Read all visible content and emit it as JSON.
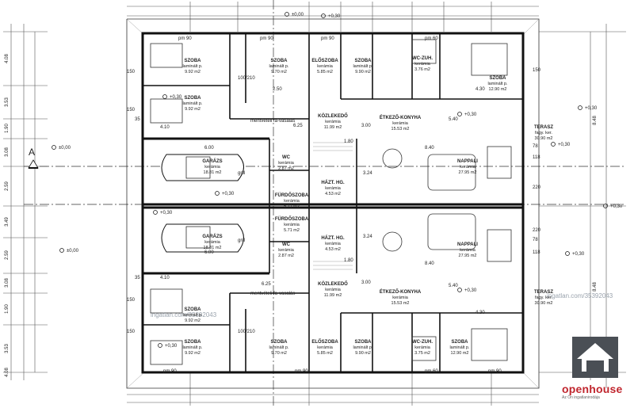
{
  "watermark": "ingatlan.com/35392043",
  "brand": {
    "name": "openhouse",
    "sub": "Az Ön ingatlanirodája",
    "color": "#c0262e",
    "box_color": "#4a4f55"
  },
  "section_marker": "A",
  "spot_levels": [
    "±0,00",
    "+0,30",
    "+0,30",
    "+0,30",
    "+0,30",
    "+0,30",
    "+0,30",
    "+0,30",
    "±0,00",
    "±0,00",
    "+0,30",
    "+0,30",
    "+0,30",
    "+0,30"
  ],
  "rooms": [
    {
      "name": "SZOBA",
      "material": "laminált p.",
      "area": "9.92 m2"
    },
    {
      "name": "SZOBA",
      "material": "laminált p.",
      "area": "9.70 m2"
    },
    {
      "name": "ELŐSZOBA",
      "material": "kerámia",
      "area": "5.85 m2"
    },
    {
      "name": "SZOBA",
      "material": "laminált p.",
      "area": "9.90 m2"
    },
    {
      "name": "WC-ZUH.",
      "material": "kerámia",
      "area": "3.76 m2"
    },
    {
      "name": "SZOBA",
      "material": "laminált p.",
      "area": "12.90 m2"
    },
    {
      "name": "SZOBA",
      "material": "laminált p.",
      "area": "9.92 m2"
    },
    {
      "name": "KÖZLEKEDŐ",
      "material": "kerámia",
      "area": "11.99 m2"
    },
    {
      "name": "ÉTKEZŐ-KONYHA",
      "material": "kerámia",
      "area": "15.53 m2"
    },
    {
      "name": "TERASZ",
      "material": "fagy. ker.",
      "area": "30.90 m2"
    },
    {
      "name": "GARÁZS",
      "material": "kerámia",
      "area": "18.81 m2"
    },
    {
      "name": "HÁZT. HG.",
      "material": "kerámia",
      "area": "4.53 m2"
    },
    {
      "name": "NAPPALI",
      "material": "kerámia",
      "area": "27.95 m2"
    },
    {
      "name": "FÜRDŐSZOBA",
      "material": "kerámia",
      "area": "5.71 m2"
    },
    {
      "name": "WC",
      "material": "kerámia",
      "area": "2.87 m2"
    },
    {
      "name": "FÜRDŐSZOBA",
      "material": "kerámia",
      "area": "5.71 m2"
    },
    {
      "name": "WC",
      "material": "kerámia",
      "area": "2.87 m2"
    },
    {
      "name": "GARÁZS",
      "material": "kerámia",
      "area": "18.81 m2"
    },
    {
      "name": "HÁZT. HG.",
      "material": "kerámia",
      "area": "4.53 m2"
    },
    {
      "name": "NAPPALI",
      "material": "kerámia",
      "area": "27.95 m2"
    },
    {
      "name": "KÖZLEKEDŐ",
      "material": "kerámia",
      "area": "11.99 m2"
    },
    {
      "name": "ÉTKEZŐ-KONYHA",
      "material": "kerámia",
      "area": "15.53 m2"
    },
    {
      "name": "TERASZ",
      "material": "fagy. ker.",
      "area": "30.90 m2"
    },
    {
      "name": "SZOBA",
      "material": "laminált p.",
      "area": "9.92 m2"
    },
    {
      "name": "SZOBA",
      "material": "laminált p.",
      "area": "9.92 m2"
    },
    {
      "name": "SZOBA",
      "material": "laminált p.",
      "area": "9.70 m2"
    },
    {
      "name": "ELŐSZOBA",
      "material": "kerámia",
      "area": "5.85 m2"
    },
    {
      "name": "SZOBA",
      "material": "laminált p.",
      "area": "9.90 m2"
    },
    {
      "name": "WC-ZUH.",
      "material": "kerámia",
      "area": "3.75 m2"
    },
    {
      "name": "SZOBA",
      "material": "laminált p.",
      "area": "12.90 m2"
    }
  ],
  "left_dims": [
    "4.08",
    "3.53",
    "1.90",
    "3.08",
    "2.59",
    "3.49",
    "2.59",
    "3.08",
    "1.90",
    "3.53",
    "4.08"
  ],
  "right_dims": [
    "8.48",
    "8.48"
  ],
  "top_dims": [
    "pm 90",
    "pm 90",
    "pm 90",
    "pm 60",
    "pm 60",
    "pm 90",
    "pm 90",
    "pm 90"
  ],
  "misc_labels": [
    "150",
    "150",
    "150",
    "150",
    "35",
    "35",
    "2.50",
    "4.10",
    "4.10",
    "6.00",
    "6.00",
    "6.25",
    "6.25",
    "3.00",
    "3.00",
    "5.40",
    "5.40",
    "8.40",
    "8.40",
    "1.80",
    "1.80",
    "grill",
    "grill",
    "mentvételi fa-vasalás",
    "mentvételi fa-vasalás",
    "4.30",
    "4.30",
    "100/210",
    "100/210",
    "150",
    "118",
    "78",
    "220",
    "220",
    "78",
    "118",
    "3.24",
    "3.24"
  ]
}
